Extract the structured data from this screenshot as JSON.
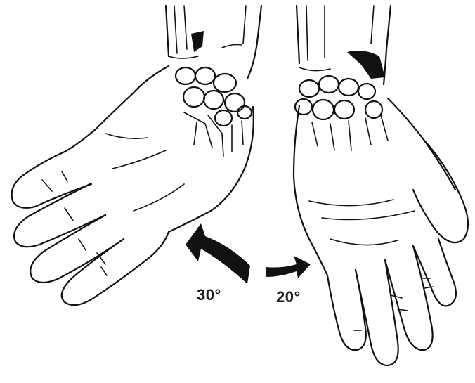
{
  "figure": {
    "labels": {
      "ulnar_deviation": "30°",
      "radial_deviation": "20°"
    },
    "icons": {
      "left_hand": "hand-ulnar-deviated-illustration",
      "right_hand": "hand-radially-deviated-illustration",
      "ulnar_arrow": "curved-arrow-icon",
      "radial_arrow": "curved-arrow-icon"
    },
    "colors": {
      "ink": "#111111",
      "background": "#ffffff"
    }
  }
}
